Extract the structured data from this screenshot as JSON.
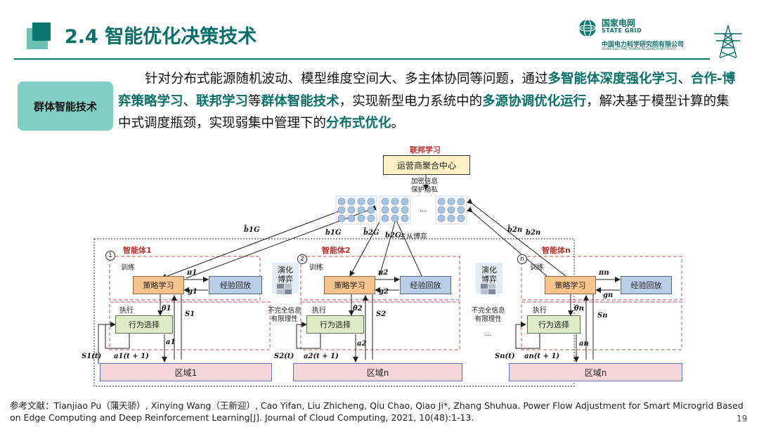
{
  "header": {
    "title": "2.4 智能优化决策技术",
    "logo_cn": "国家电网",
    "logo_en": "STATE GRID",
    "logo_sub": "中国电力科学研究院有限公司",
    "logo_sub_en": "CHINA ELECTRIC POWER RESEARCH INSTITUTE"
  },
  "intro": {
    "badge": "群体智能技术",
    "p1": "针对分布式能源随机波动、模型维度空间大、多主体协同等问题，通过",
    "h1": "多智能体深度强化学习",
    "p2": "、",
    "h2": "合作-博弈策略学习",
    "p3": "、",
    "h3": "联邦学习",
    "p4": "等",
    "h4": "群体智能技术",
    "p5": "，实现新型电力系统中的",
    "h5": "多源协调优化运行",
    "p6": "，解决基于模型计算的集中式调度瓶颈，实现弱集中管理下的",
    "h6": "分布式优化",
    "p7": "。"
  },
  "diagram": {
    "fed_title": "联邦学习",
    "center": "运营商聚合中心",
    "encrypt": "加密信息\n保护隐私",
    "dots": "...",
    "leader": "主从博弈",
    "train": "训练",
    "exec": "执行",
    "policy": "策略学习",
    "replay": "经验回放",
    "action": "行为选择",
    "game": "演化\n博弈",
    "bounded": "不完全信息\n有限理性",
    "mid_dots": "...",
    "agents": [
      {
        "num": "1",
        "name": "智能体1",
        "region": "区域1"
      },
      {
        "num": "2",
        "name": "智能体2",
        "region": "区域n"
      },
      {
        "num": "n",
        "name": "智能体n",
        "region": "区域n"
      }
    ],
    "math": {
      "b1G_bar": "b̄1G",
      "b1G": "b1G",
      "b2G_bar": "b̄2G",
      "b2G": "b2G",
      "b2n_bar": "b̄2n",
      "b2n": "b2n",
      "pi1": "π1",
      "g1": "g1",
      "theta1": "θ1",
      "s1": "S1",
      "a1": "a1",
      "s1t": "S1(t)",
      "a1t": "a1(t + 1)",
      "pi2": "π2",
      "g2": "g2",
      "theta2": "θ2",
      "s2": "S2",
      "a2": "a2",
      "s2t": "S2(t)",
      "a2t": "a2(t + 1)",
      "pin": "πn",
      "gn": "gn",
      "thetan": "θn",
      "sn": "Sn",
      "an": "an",
      "snt": "Sn(t)",
      "ant": "an(t + 1)"
    }
  },
  "footer": {
    "reference": "参考文献：Tianjiao Pu（蒲天骄）, Xinying Wang（王新迎）, Cao Yifan, Liu Zhicheng, Qiu Chao, Qiao Ji*, Zhang Shuhua. Power Flow Adjustment for Smart Microgrid Based on Edge Computing and Deep Reinforcement Learning[J]. Journal of Cloud Computing, 2021, 10(48):1-13.",
    "page": "19"
  },
  "colors": {
    "accent": "#0a6f68",
    "badge": "#7fcfc4",
    "agent_red": "#c0302a"
  }
}
